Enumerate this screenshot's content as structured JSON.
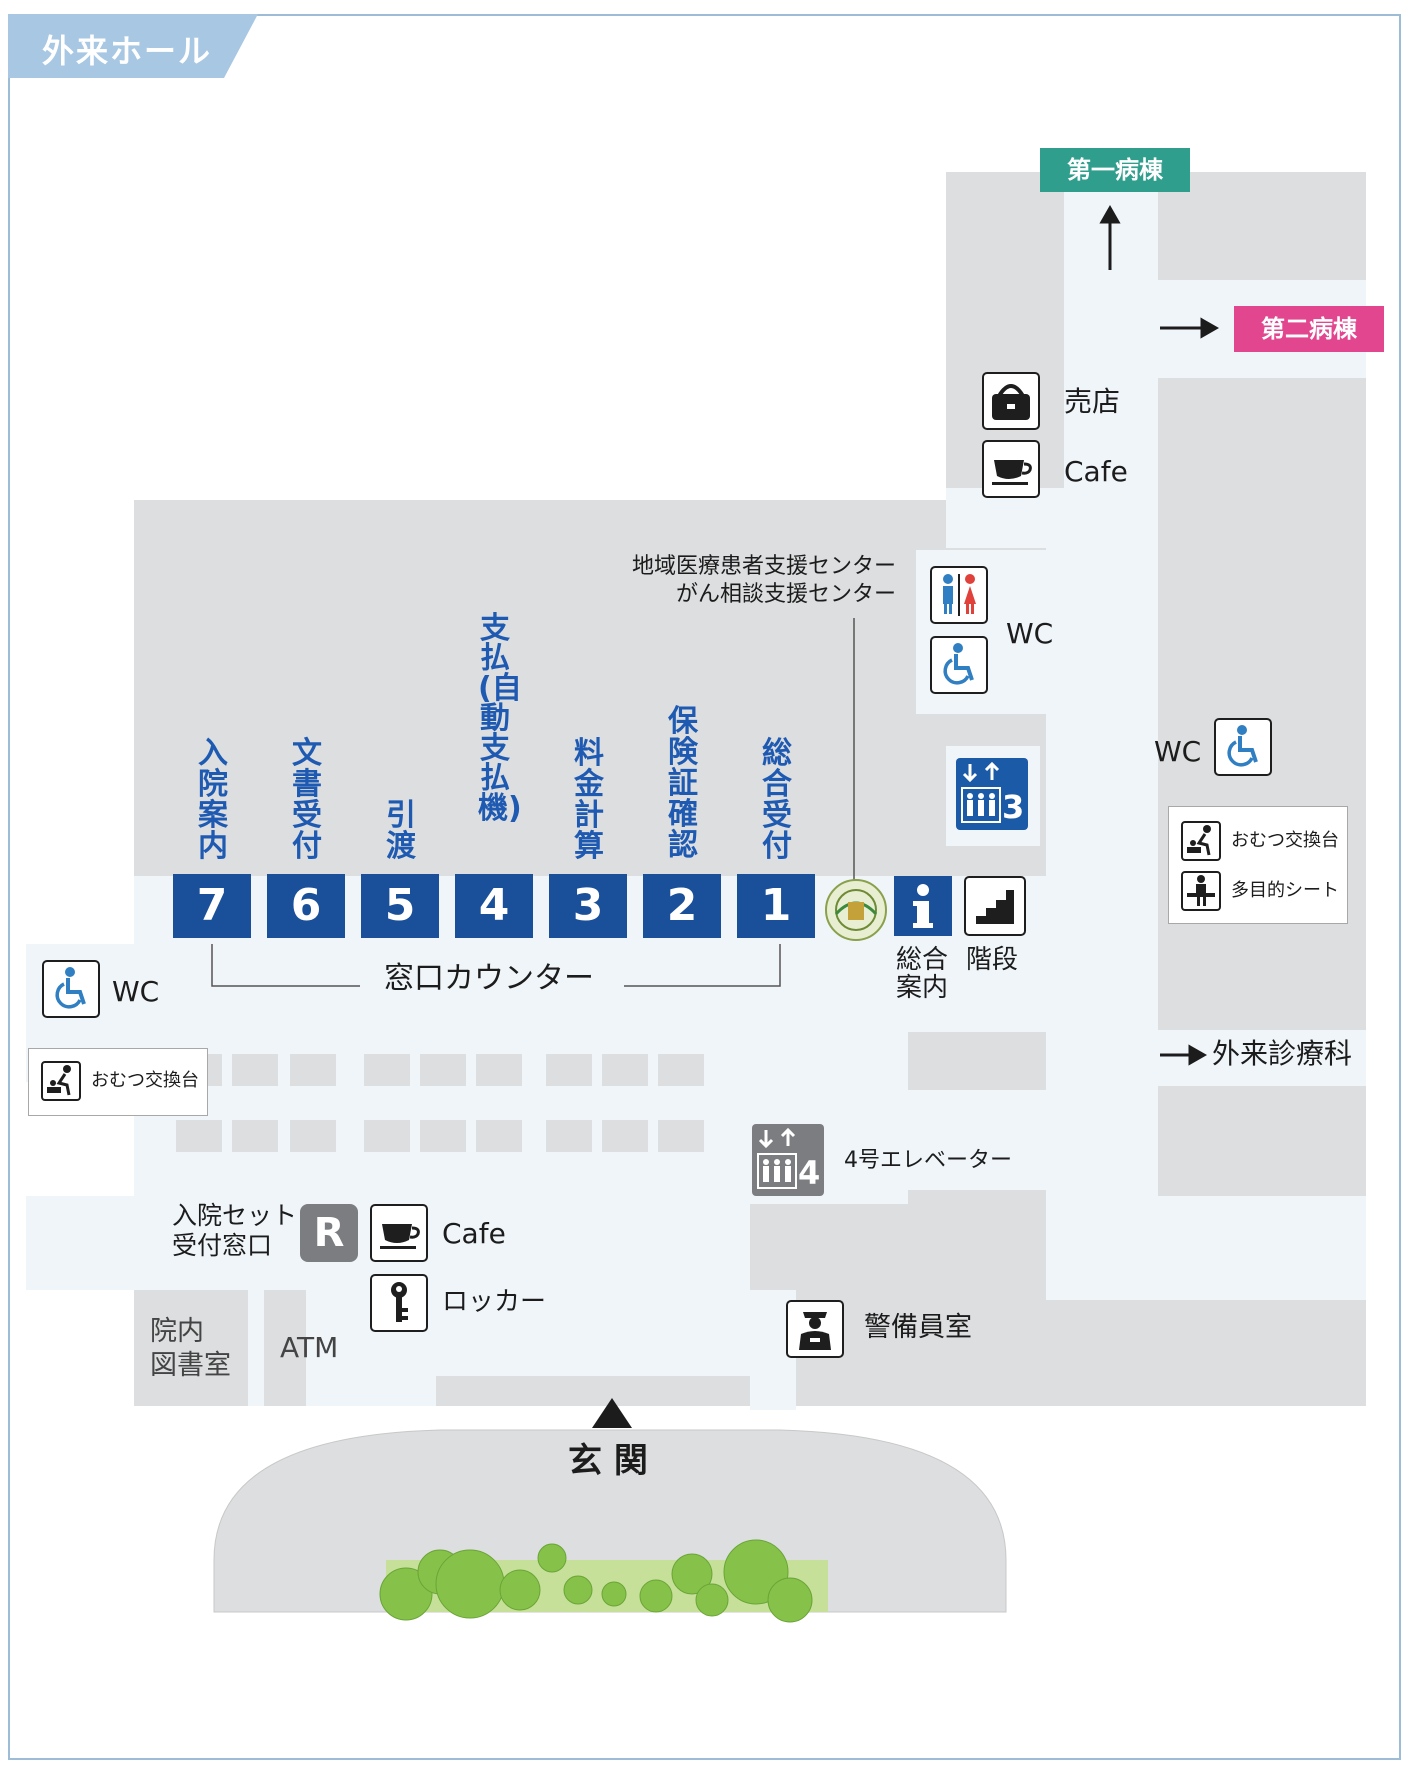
{
  "page_title": "外来ホール",
  "colors": {
    "frame": "#9dbcd6",
    "title_tab": "#a7c7e3",
    "floor": "#dcdedf",
    "corridor": "#f0f5fa",
    "counter_blue": "#1a4f9a",
    "label_blue": "#1f5ab2",
    "ward1": "#2f9e8c",
    "ward2": "#e2468f",
    "elevator_blue": "#1a5aa6",
    "elevator_gray": "#7b7d80"
  },
  "wards": {
    "ward1": "第一病棟",
    "ward2": "第二病棟"
  },
  "counters": [
    {
      "number": "7",
      "label": "入院案内"
    },
    {
      "number": "6",
      "label": "文書受付"
    },
    {
      "number": "5",
      "label": "引渡"
    },
    {
      "number": "4",
      "label": "支払(自動支払機)"
    },
    {
      "number": "3",
      "label": "料金計算"
    },
    {
      "number": "2",
      "label": "保険証確認"
    },
    {
      "number": "1",
      "label": "総合受付"
    }
  ],
  "labels": {
    "counter_group": "窓口カウンター",
    "support_center_1": "地域医療患者支援センター",
    "support_center_2": "がん相談支援センター",
    "shop": "売店",
    "cafe_upper": "Cafe",
    "wc_center": "WC",
    "wc_right": "WC",
    "wc_left": "WC",
    "diaper_table": "おむつ交換台",
    "multi_seat": "多目的シート",
    "diaper_table_left": "おむつ交換台",
    "info_1": "総合",
    "info_2": "案内",
    "stairs": "階段",
    "elevator3": "3",
    "elevator4": "4",
    "elevator4_label": "4号エレベーター",
    "outpatient": "外来診療科",
    "admission_set_1": "入院セット",
    "admission_set_2": "受付窓口",
    "rental_letter": "R",
    "cafe_lower": "Cafe",
    "locker": "ロッカー",
    "library_1": "院内",
    "library_2": "図書室",
    "atm": "ATM",
    "security": "警備員室",
    "entrance": "玄 関"
  },
  "icons": [
    "bag-icon",
    "cup-icon",
    "restroom-icon",
    "wheelchair-icon",
    "elevator-icon",
    "info-icon",
    "stairs-icon",
    "baby-changing-icon",
    "multipurpose-seat-icon",
    "key-icon",
    "guard-icon",
    "hospital-logo-icon",
    "arrow-up-icon",
    "arrow-right-icon"
  ]
}
